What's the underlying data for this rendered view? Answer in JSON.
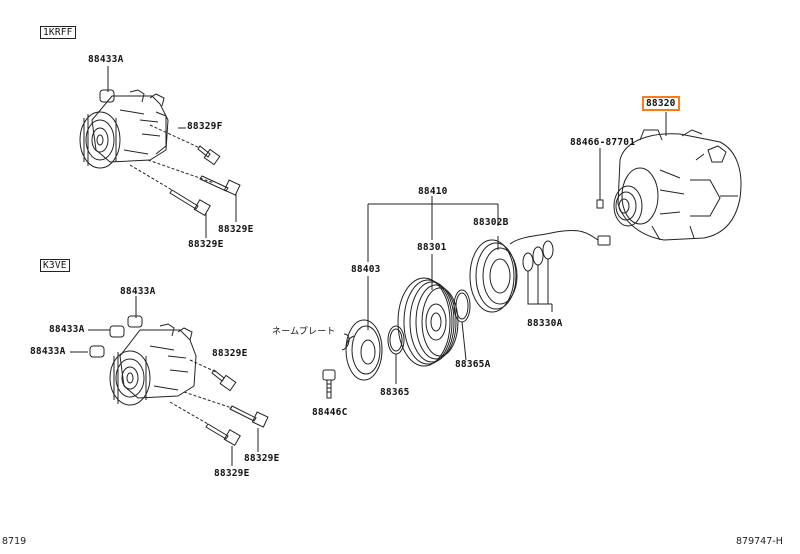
{
  "variants": {
    "top": "1KRFF",
    "bottom": "K3VE"
  },
  "callouts": {
    "top_88433A": "88433A",
    "top_88329F": "88329F",
    "top_88329E_a": "88329E",
    "top_88329E_b": "88329E",
    "bot_88433A_a": "88433A",
    "bot_88433A_b": "88433A",
    "bot_88433A_c": "88433A",
    "bot_88329E_a": "88329E",
    "bot_88329E_b": "88329E",
    "bot_88329E_c": "88329E",
    "p88410": "88410",
    "p88403": "88403",
    "p88301": "88301",
    "p88302B": "88302B",
    "p88330A": "88330A",
    "p88365A": "88365A",
    "p88365": "88365",
    "p88446C": "88446C",
    "p88466": "88466-87701",
    "p88320": "88320",
    "nameplate": "ネームプレート"
  },
  "footer": {
    "left": "8719",
    "right": "879747-H"
  },
  "colors": {
    "highlight": "#ff7a1a",
    "line": "#222222"
  }
}
